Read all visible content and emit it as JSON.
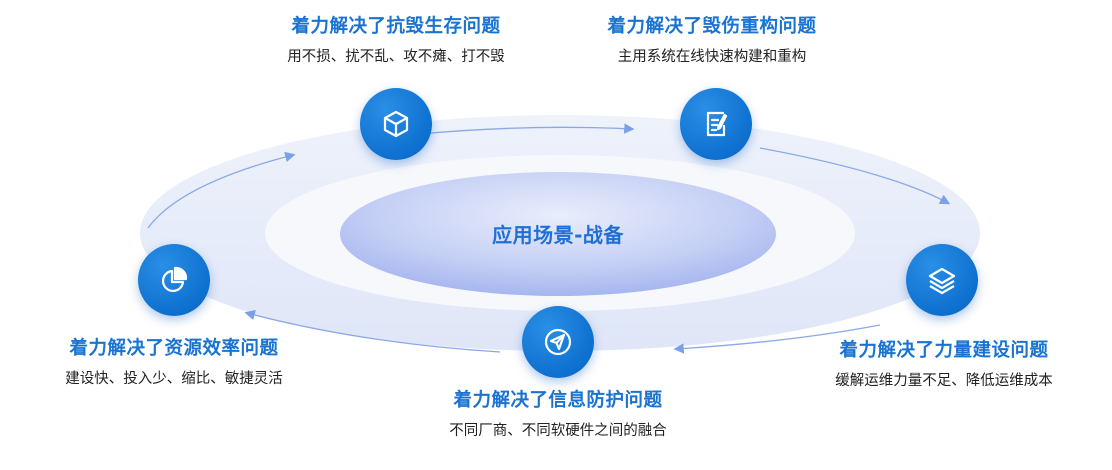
{
  "center": {
    "label": "应用场景-战备"
  },
  "items": [
    {
      "title": "着力解决了抗毁生存问题",
      "subtitle": "用不损、扰不乱、攻不瘫、打不毁",
      "icon": "cube-icon"
    },
    {
      "title": "着力解决了毁伤重构问题",
      "subtitle": "主用系统在线快速构建和重构",
      "icon": "document-edit-icon"
    },
    {
      "title": "着力解决了力量建设问题",
      "subtitle": "缓解运维力量不足、降低运维成本",
      "icon": "layers-icon"
    },
    {
      "title": "着力解决了信息防护问题",
      "subtitle": "不同厂商、不同软硬件之间的融合",
      "icon": "send-icon"
    },
    {
      "title": "着力解决了资源效率问题",
      "subtitle": "建设快、投入少、缩比、敏捷灵活",
      "icon": "pie-chart-icon"
    }
  ],
  "colors": {
    "accent": "#1a73d1",
    "node": "#0e70cf",
    "text": "#222222"
  }
}
